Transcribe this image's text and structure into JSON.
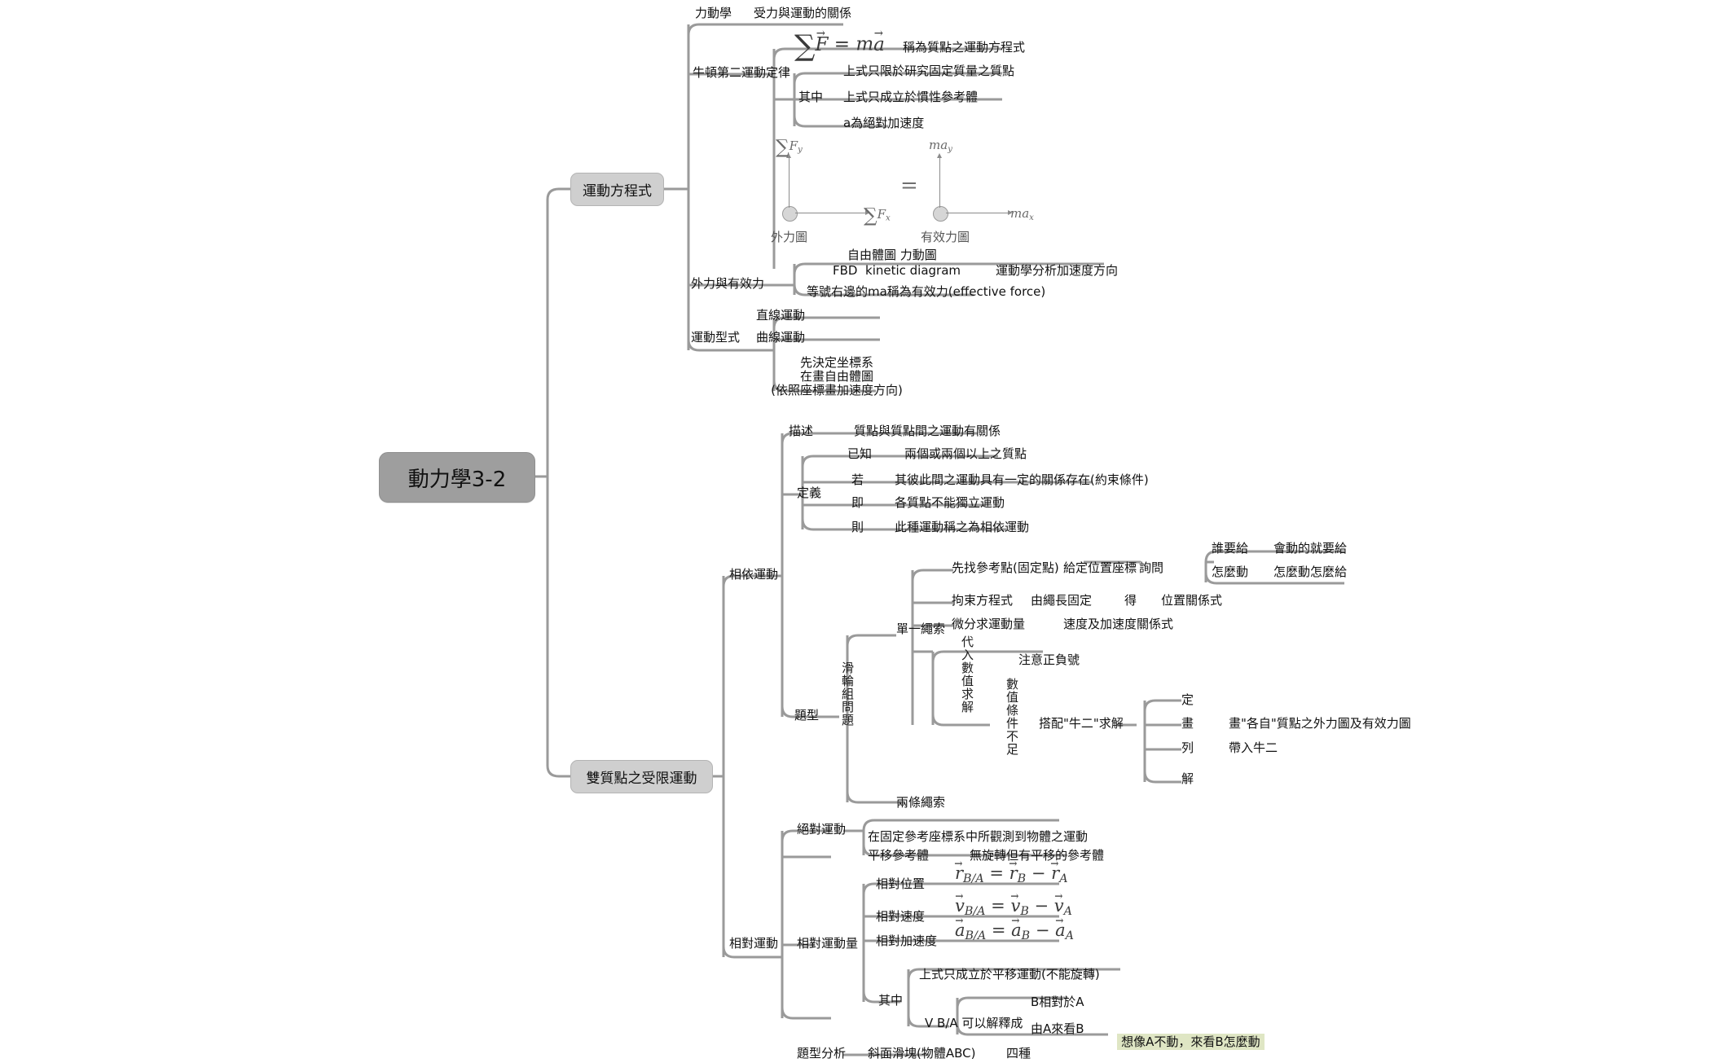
{
  "root": {
    "label": "動力學3-2"
  },
  "branches": {
    "motion_equation": {
      "label": "運動方程式"
    },
    "two_particle": {
      "label": "雙質點之受限運動"
    }
  },
  "topic1": {
    "kinetics_label": "力動學",
    "kinetics_desc": "受力與運動的關係",
    "newton2_label": "牛頓第二運動定律",
    "newton2_formula": "ΣF⃗ = ma⃗",
    "newton2_formula_note": "稱為質點之運動方程式",
    "among_label": "其中",
    "among_items": [
      "上式只限於研究固定質量之質點",
      "上式只成立於慣性參考體",
      "a為絕對加速度"
    ],
    "figure": {
      "left_sum_y": "ΣFy",
      "left_sum_x": "ΣFx",
      "right_may": "may",
      "right_max": "max",
      "equals": "=",
      "left_caption": "外力圖",
      "right_caption": "有效力圖"
    },
    "fbd_line1": "自由體圖 力動圖",
    "fbd_line2": "FBD  kinetic diagram",
    "kinematics_note": "運動學分析加速度方向",
    "ext_eff_label": "外力與有效力",
    "ext_eff_desc": "等號右邊的ma稱為有效力(effective force)",
    "motion_type_label": "運動型式",
    "motion_type_items": [
      "直線運動",
      "曲線運動"
    ],
    "motion_type_note": "先決定坐標系\n在畫自由體圖\n(依照座標畫加速度方向)"
  },
  "topic2": {
    "dependent": {
      "label": "相依運動",
      "describe_label": "描述",
      "describe_text": "質點與質點間之運動有關係",
      "definition_label": "定義",
      "definition_rows": [
        {
          "key": "已知",
          "text": "兩個或兩個以上之質點"
        },
        {
          "key": "若",
          "text": "其彼此間之運動具有一定的關係存在(約束條件)"
        },
        {
          "key": "即",
          "text": "各質點不能獨立運動"
        },
        {
          "key": "則",
          "text": "此種運動稱之為相依運動"
        }
      ],
      "problem_label": "題型",
      "pulley_label": "滑輪組問題",
      "single_pulley_label": "單一繩索",
      "single_pulley_rows": [
        {
          "key": "先找參考點(固定點)",
          "text": "給定位置座標"
        },
        {
          "key": "拘束方程式",
          "text": "由繩長固定",
          "text2": "得",
          "text3": "位置關係式"
        },
        {
          "key": "微分求運動量",
          "text": "速度及加速度關係式"
        }
      ],
      "ask_label": "詢問",
      "ask_rows": [
        {
          "k": "誰要給",
          "v": "會動的就要給"
        },
        {
          "k": "怎麼動",
          "v": "怎麼動怎麼給"
        }
      ],
      "substitute_label": "代入數值求解",
      "sign_note": "注意正負號",
      "insufficient_label": "數值條件不足",
      "pair_label": "搭配\"牛二\"求解",
      "pair_rows": [
        {
          "k": "定",
          "v": ""
        },
        {
          "k": "畫",
          "v": "畫\"各自\"質點之外力圖及有效力圖"
        },
        {
          "k": "列",
          "v": "帶入牛二"
        },
        {
          "k": "解",
          "v": ""
        }
      ],
      "double_pulley_label": "兩條繩索"
    },
    "relative": {
      "label": "相對運動",
      "absolute_label": "絕對運動",
      "absolute_text": "在固定參考座標系中所觀測到物體之運動",
      "translate_label": "平移參考體",
      "translate_text": "無旋轉但有平移的參考體",
      "quantity_label": "相對運動量",
      "rows": [
        {
          "key": "相對位置",
          "formula": "r⃗B/A = r⃗B − r⃗A"
        },
        {
          "key": "相對速度",
          "formula": "v⃗B/A = v⃗B − v⃗A"
        },
        {
          "key": "相對加速度",
          "formula": "a⃗B/A = a⃗B − a⃗A"
        }
      ],
      "among_label": "其中",
      "among_note": "上式只成立於平移運動(不能旋轉)",
      "vba_label": "V B/A 可以解釋成",
      "vba_rows": [
        {
          "k": "B相對於A",
          "v": ""
        },
        {
          "k": "由A來看B",
          "v": "想像A不動，來看B怎麼動"
        }
      ],
      "analysis_label": "題型分析",
      "analysis_text": "斜面滑塊(物體ABC)",
      "analysis_count": "四種"
    }
  },
  "colors": {
    "line": "#9a9a9a",
    "root_fill": "#9e9e9e",
    "node_fill": "#cfcfcf",
    "highlight": "#dfe6c4"
  }
}
